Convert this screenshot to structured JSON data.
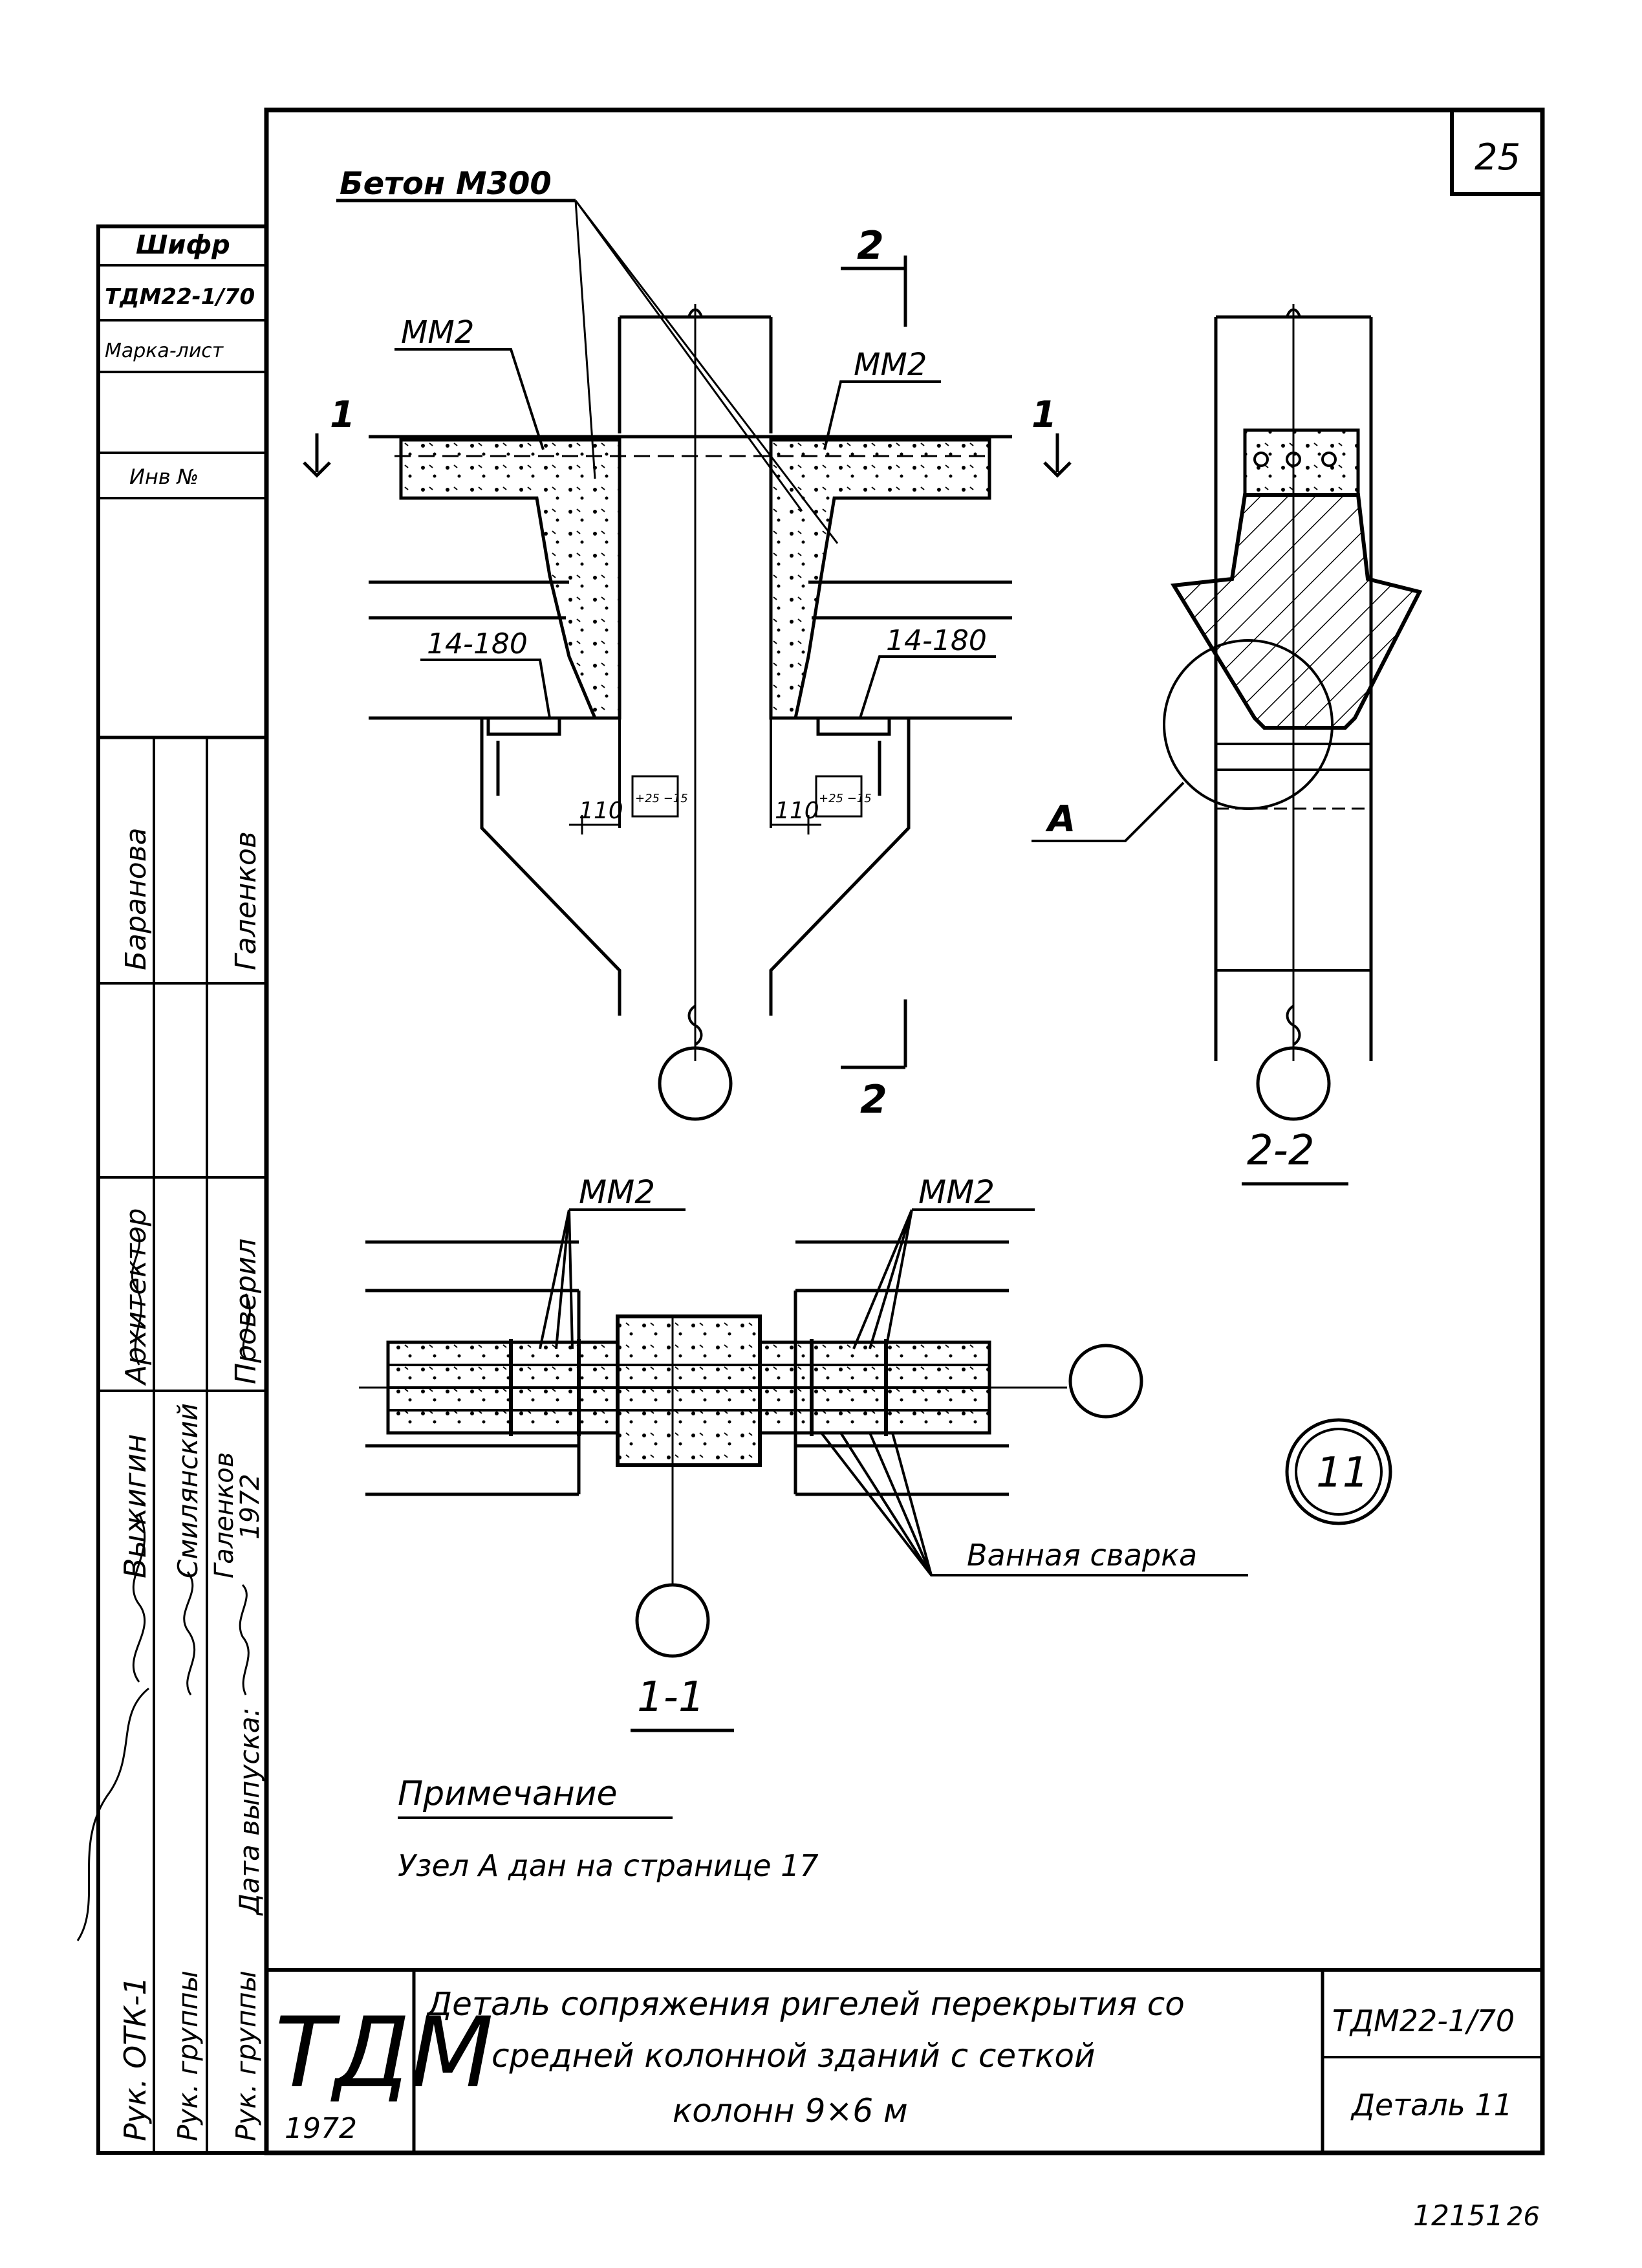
{
  "page_number": "25",
  "stamp": {
    "cipher_label": "Шифр",
    "cipher_value": "ТДМ22-1/70",
    "sheet_mark_label": "Марка-лист",
    "inv_label": "Инв №",
    "roles": {
      "lead_otk": "Рук. ОТК-1",
      "lead_group_1": "Рук. группы",
      "lead_group_2": "Рук. группы",
      "release_date": "Дата выпуска:",
      "architect": "Архитектор",
      "checked": "Проверил"
    },
    "names": {
      "vyzhigin": "Выжигин",
      "smilyansky": "Смилянский",
      "galenkov_1": "Галенков",
      "year": "1972",
      "baranova": "Баранова",
      "galenkov_2": "Галенков"
    }
  },
  "drawing": {
    "concrete_label": "Бетон М300",
    "mesh_left": "ММ2",
    "mesh_right": "ММ2",
    "section_1_left": "1",
    "section_1_right": "1",
    "section_2_top": "2",
    "section_2_bottom": "2",
    "plate_left": "14-180",
    "plate_right": "14-180",
    "dim_left": "110",
    "dim_right": "110",
    "tol_left": "+25 −15",
    "tol_right": "+25 −15",
    "node_label": "А",
    "section_2_title": "2-2",
    "mesh_plan_left": "ММ2",
    "mesh_plan_right": "ММ2",
    "weld_label": "Ванная сварка",
    "section_1_title": "1-1",
    "detail_number": "11"
  },
  "note": {
    "heading": "Примечание",
    "text": "Узел А дан на странице 17"
  },
  "title_block": {
    "org": "ТДМ",
    "year": "1972",
    "title_line1": "Деталь сопряжения ригелей перекрытия со",
    "title_line2": "средней колонной зданий с сеткой",
    "title_line3": "колонн 9×6 м",
    "code": "ТДМ22-1/70",
    "sheet": "Деталь 11"
  },
  "archive_number": "12151",
  "archive_suffix": "26"
}
